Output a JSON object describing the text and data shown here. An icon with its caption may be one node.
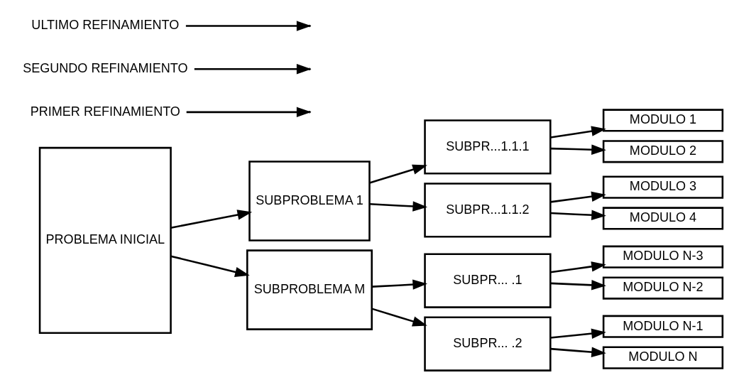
{
  "diagram": {
    "nodes": [
      {
        "text": [
          "PROBLEMA INICIAL"
        ]
      },
      {
        "text": [
          "SUBPROBLEMA 1"
        ]
      },
      {
        "text": [
          "SUBPROBLEMA M"
        ]
      },
      {
        "text": [
          "SUBPR...1.1.1"
        ]
      },
      {
        "text": [
          "SUBPR...1.1.2"
        ]
      },
      {
        "text": [
          "SUBPR... .1"
        ]
      },
      {
        "text": [
          "SUBPR... .2"
        ]
      },
      {
        "text": [
          "MODULO 1"
        ]
      },
      {
        "text": [
          "MODULO 2"
        ]
      },
      {
        "text": [
          "MODULO 3"
        ]
      },
      {
        "text": [
          "MODULO 4"
        ]
      },
      {
        "text": [
          "MODULO N-3"
        ]
      },
      {
        "text": [
          "MODULO N-2"
        ]
      },
      {
        "text": [
          "MODULO N-1"
        ]
      },
      {
        "text": [
          "MODULO N"
        ]
      },
      {
        "text": [
          "PRIMER REFINAMIENTO"
        ]
      },
      {
        "text": [
          "SEGUNDO REFINAMIENTO"
        ]
      },
      {
        "text": [
          "ULTIMO REFINAMIENTO"
        ]
      }
    ],
    "edges": [
      {
        "from": 0,
        "to": 1,
        "arrow": "to"
      },
      {
        "from": 0,
        "to": 2,
        "arrow": "to"
      },
      {
        "from": 1,
        "to": 3,
        "arrow": "to"
      },
      {
        "from": 1,
        "to": 4,
        "arrow": "to"
      },
      {
        "from": 2,
        "to": 5,
        "arrow": "to"
      },
      {
        "from": 2,
        "to": 6,
        "arrow": "to"
      },
      {
        "from": 3,
        "to": 7,
        "arrow": "to"
      },
      {
        "from": 3,
        "to": 8,
        "arrow": "to"
      },
      {
        "from": 4,
        "to": 9,
        "arrow": "to"
      },
      {
        "from": 4,
        "to": 10,
        "arrow": "to"
      },
      {
        "from": 5,
        "to": 11,
        "arrow": "to"
      },
      {
        "from": 5,
        "to": 12,
        "arrow": "to"
      },
      {
        "from": 6,
        "to": 13,
        "arrow": "to"
      },
      {
        "from": 6,
        "to": 14,
        "arrow": "to"
      },
      {
        "from": 15,
        "to": null,
        "arrow": "to"
      },
      {
        "from": 16,
        "to": null,
        "arrow": "to"
      },
      {
        "from": 17,
        "to": null,
        "arrow": "to"
      }
    ]
  }
}
